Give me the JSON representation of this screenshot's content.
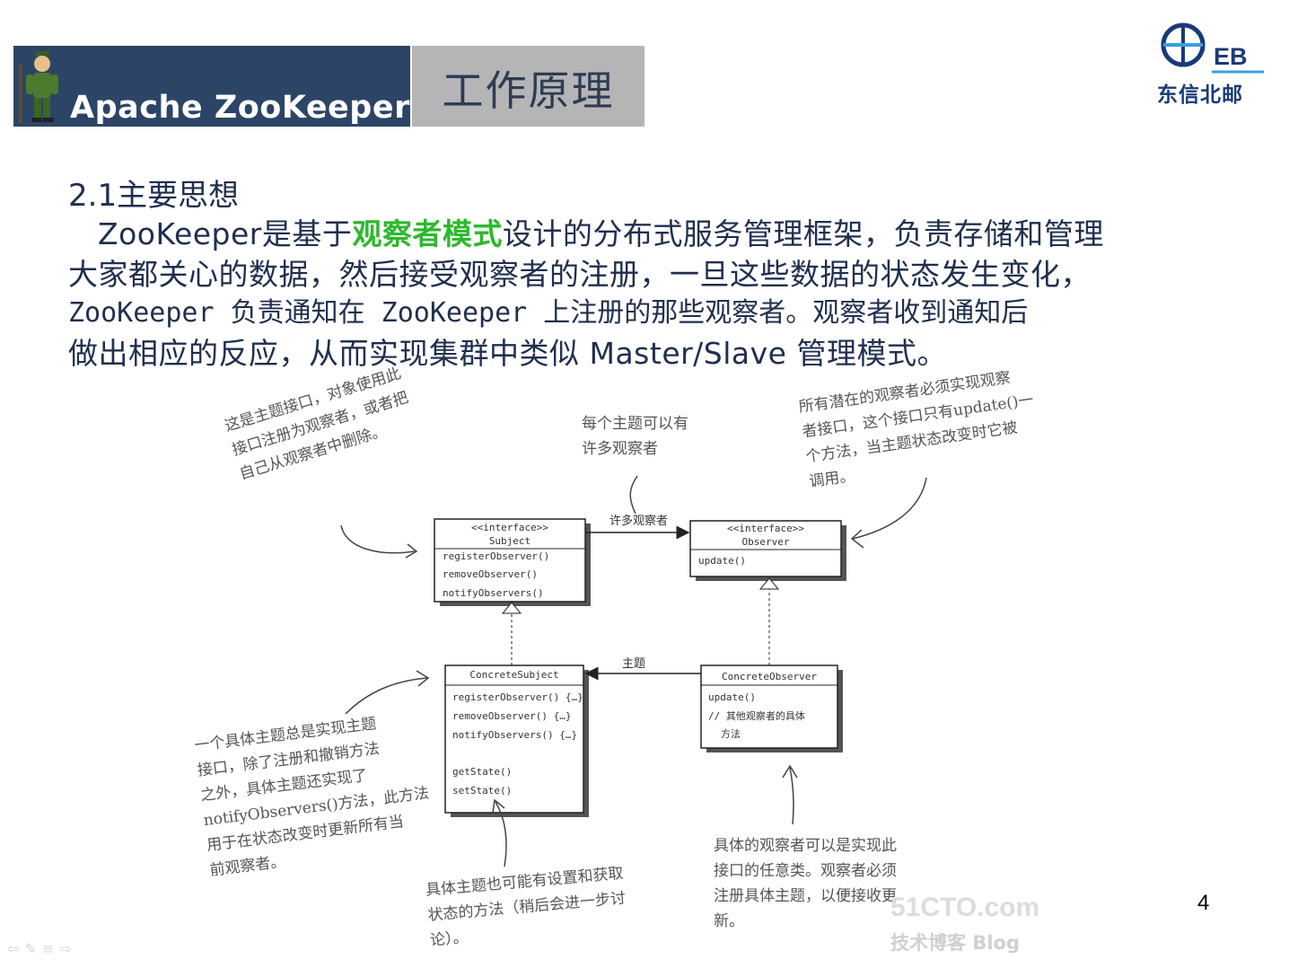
{
  "banner": {
    "product_name": "Apache ZooKeeper",
    "slide_title": "工作原理"
  },
  "logo": {
    "letters": "EB",
    "company": "东信北邮",
    "colors": {
      "primary": "#1a3a78",
      "accent": "#3aa0e0"
    }
  },
  "section": {
    "heading": "2.1主要思想",
    "lines": [
      {
        "before": "   ZooKeeper是基于",
        "highlight": "观察者模式",
        "after": "设计的分布式服务管理框架，负责存储和管理"
      },
      {
        "text": "大家都关心的数据，然后接受观察者的注册，一旦这些数据的状态发生变化，"
      },
      {
        "text": "ZooKeeper 负责通知在 ZooKeeper 上注册的那些观察者。观察者收到通知后"
      },
      {
        "text": "做出相应的反应，从而实现集群中类似 Master/Slave 管理模式。"
      }
    ],
    "highlight_color": "#2eb82e"
  },
  "diagram": {
    "subject": {
      "stereotype": "<<interface>>",
      "name": "Subject",
      "methods": [
        "registerObserver()",
        "removeObserver()",
        "notifyObservers()"
      ]
    },
    "observer": {
      "stereotype": "<<interface>>",
      "name": "Observer",
      "methods": [
        "update()"
      ]
    },
    "concrete_subject": {
      "name": "ConcreteSubject",
      "methods": [
        "registerObserver() {…}",
        "removeObserver() {…}",
        "notifyObservers() {…}",
        "getState()",
        "setState()"
      ]
    },
    "concrete_observer": {
      "name": "ConcreteObserver",
      "methods": [
        "update()",
        "// 其他观察者的具体",
        "方法"
      ]
    },
    "assoc_many_observers": "许多观察者",
    "assoc_subject": "主题",
    "notes": {
      "subject_note": [
        "这是主题接口，对象使用此",
        "接口注册为观察者，或者把",
        "自己从观察者中删除。"
      ],
      "many_note": [
        "每个主题可以有",
        "许多观察者"
      ],
      "observer_note": [
        "所有潜在的观察者必须实现观察",
        "者接口，这个接口只有update()一",
        "个方法，当主题状态改变时它被",
        "调用。"
      ],
      "concrete_subject_note": [
        "一个具体主题总是实现主题",
        "接口，除了注册和撤销方法",
        "之外，具体主题还实现了",
        "notifyObservers()方法，此方法",
        "用于在状态改变时更新所有当",
        "前观察者。"
      ],
      "state_note": [
        "具体主题也可能有设置和获取",
        "状态的方法（稍后会进一步讨",
        "论）。"
      ],
      "concrete_observer_note": [
        "具体的观察者可以是实现此",
        "接口的任意类。观察者必须",
        "注册具体主题，以便接收更",
        "新。"
      ]
    }
  },
  "watermark": {
    "site": "51CTO.com",
    "sub": "技术博客  Blog"
  },
  "page_number": "4"
}
